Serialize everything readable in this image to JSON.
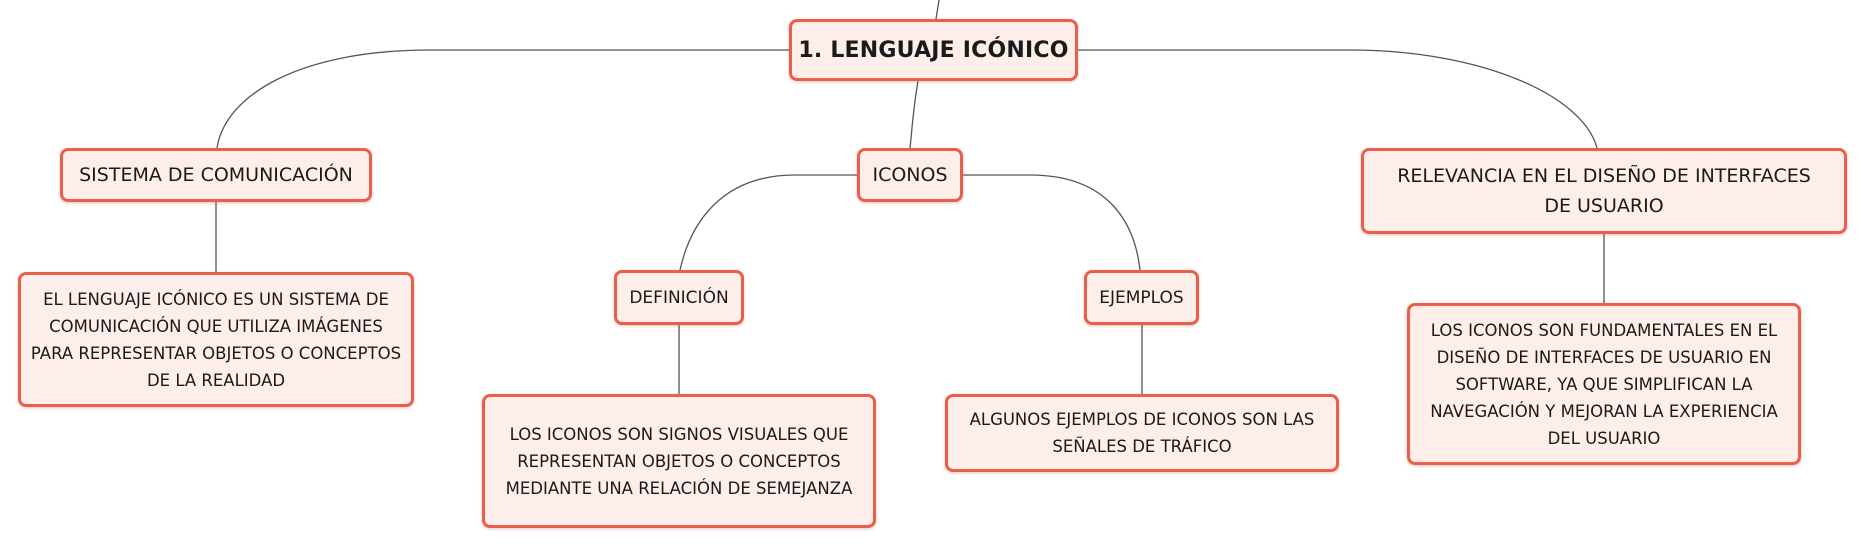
{
  "map": {
    "root": {
      "label": "1. LENGUAJE ICÓNICO"
    },
    "sistema": {
      "label": "SISTEMA DE COMUNICACIÓN",
      "detail": "EL LENGUAJE ICÓNICO ES UN SISTEMA DE COMUNICACIÓN QUE UTILIZA IMÁGENES PARA REPRESENTAR OBJETOS O CONCEPTOS DE LA REALIDAD"
    },
    "iconos": {
      "label": "ICONOS",
      "definicion": {
        "label": "DEFINICIÓN",
        "detail": "LOS ICONOS SON SIGNOS VISUALES QUE REPRESENTAN OBJETOS O CONCEPTOS MEDIANTE UNA RELACIÓN DE SEMEJANZA"
      },
      "ejemplos": {
        "label": "EJEMPLOS",
        "detail": "ALGUNOS EJEMPLOS DE ICONOS SON LAS SEÑALES DE TRÁFICO"
      }
    },
    "relevancia": {
      "label": "RELEVANCIA EN EL DISEÑO DE INTERFACES DE USUARIO",
      "detail": "LOS ICONOS SON FUNDAMENTALES EN EL DISEÑO DE INTERFACES DE USUARIO EN SOFTWARE, YA QUE SIMPLIFICAN LA NAVEGACIÓN Y MEJORAN LA EXPERIENCIA DEL USUARIO"
    }
  },
  "colors": {
    "node_border": "#e8604c",
    "node_fill": "#fdeeea",
    "connector": "#555555"
  }
}
